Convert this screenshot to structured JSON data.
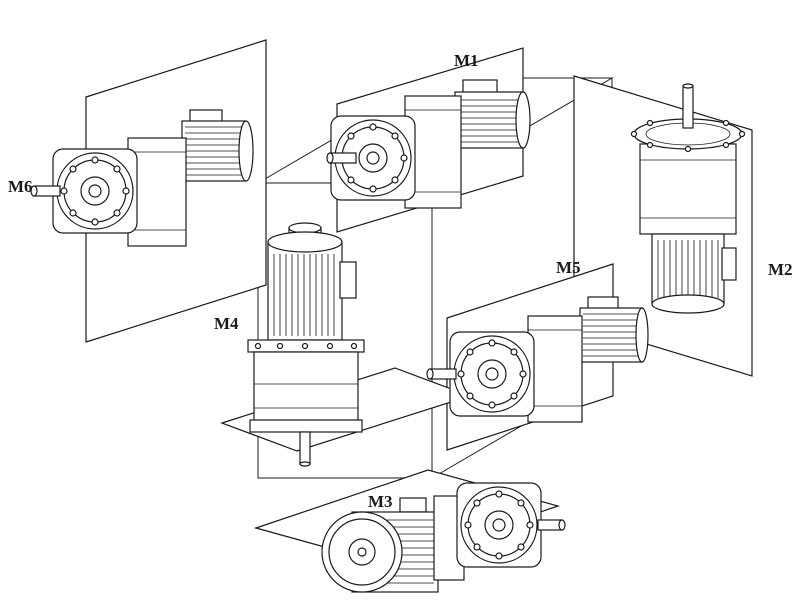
{
  "diagram": {
    "background_color": "#ffffff",
    "line_color": "#1a1a1a",
    "labels": [
      {
        "id": "m1",
        "text": "M1"
      },
      {
        "id": "m2",
        "text": "M2"
      },
      {
        "id": "m3",
        "text": "M3"
      },
      {
        "id": "m4",
        "text": "M4"
      },
      {
        "id": "m5",
        "text": "M5"
      },
      {
        "id": "m6",
        "text": "M6"
      }
    ]
  }
}
